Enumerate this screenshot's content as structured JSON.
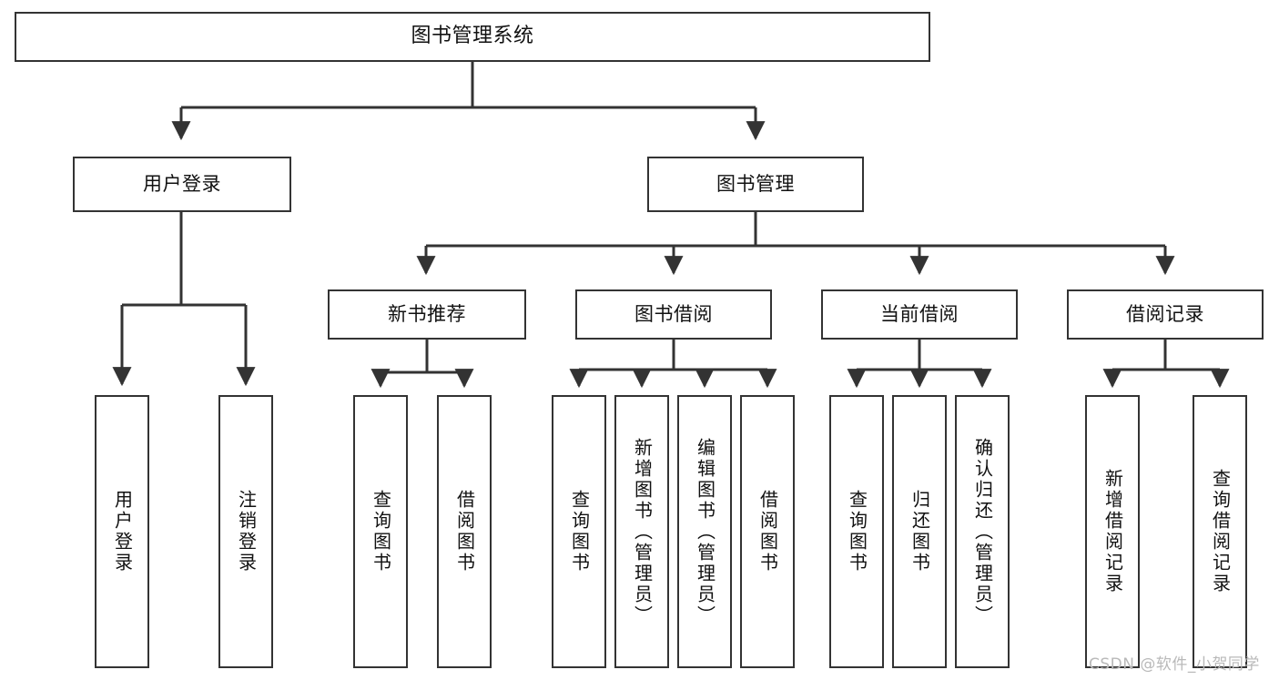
{
  "diagram": {
    "title": "图书管理系统",
    "root": {
      "label": "图书管理系统"
    },
    "level2": [
      {
        "label": "用户登录"
      },
      {
        "label": "图书管理"
      }
    ],
    "level3": [
      {
        "label": "新书推荐"
      },
      {
        "label": "图书借阅"
      },
      {
        "label": "当前借阅"
      },
      {
        "label": "借阅记录"
      }
    ],
    "leaves": {
      "user_login": [
        {
          "label": "用户登录"
        },
        {
          "label": "注销登录"
        }
      ],
      "new_book_recommend": [
        {
          "label": "查询图书"
        },
        {
          "label": "借阅图书"
        }
      ],
      "book_borrow": [
        {
          "label": "查询图书"
        },
        {
          "label": "新增图书（管理员）"
        },
        {
          "label": "编辑图书（管理员）"
        },
        {
          "label": "借阅图书"
        }
      ],
      "current_borrow": [
        {
          "label": "查询图书"
        },
        {
          "label": "归还图书"
        },
        {
          "label": "确认归还（管理员）"
        }
      ],
      "borrow_record": [
        {
          "label": "新增借阅记录"
        },
        {
          "label": "查询借阅记录"
        }
      ]
    }
  },
  "watermark": {
    "text": "CSDN @软件_小贺同学"
  },
  "colors": {
    "stroke": "#333333",
    "background": "#ffffff",
    "text": "#111111",
    "watermark": "#b9b9b9"
  }
}
